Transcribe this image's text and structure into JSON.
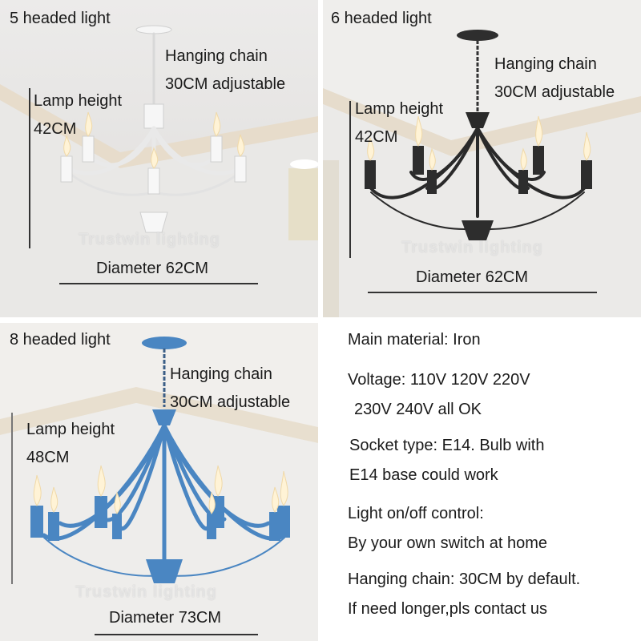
{
  "panels": {
    "p5": {
      "title": "5 headed light",
      "chain_line1": "Hanging chain",
      "chain_line2": "30CM adjustable",
      "height_line1": "Lamp height",
      "height_line2": "42CM",
      "diameter": "Diameter 62CM",
      "watermark": "Trustwin lighting",
      "color": "#f2f2f2"
    },
    "p6": {
      "title": "6 headed light",
      "chain_line1": "Hanging chain",
      "chain_line2": "30CM adjustable",
      "height_line1": "Lamp height",
      "height_line2": "42CM",
      "diameter": "Diameter 62CM",
      "watermark": "Trustwin lighting",
      "color": "#2a2a2a"
    },
    "p8": {
      "title": "8 headed light",
      "chain_line1": "Hanging chain",
      "chain_line2": "30CM adjustable",
      "height_line1": "Lamp height",
      "height_line2": "48CM",
      "diameter": "Diameter 73CM",
      "watermark": "Trustwin lighting",
      "color": "#4a86c2"
    }
  },
  "specs": {
    "material": "Main material: Iron",
    "voltage1": "Voltage:  110V 120V 220V",
    "voltage2": "230V 240V all OK",
    "socket1": "Socket type:  E14. Bulb with",
    "socket2": "E14 base could work",
    "control1": "Light on/off control:",
    "control2": "By your own switch at home",
    "chain1": "Hanging chain: 30CM by default.",
    "chain2": "If need longer,pls contact us"
  }
}
